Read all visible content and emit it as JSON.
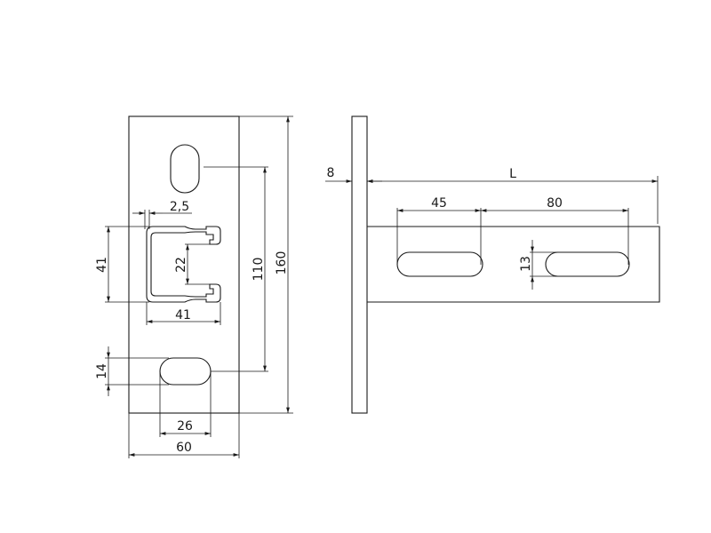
{
  "drawing": {
    "front_view": {
      "width": "60",
      "height": "160",
      "hole_spacing": "110",
      "channel_height": "41",
      "channel_width": "41",
      "channel_opening": "22",
      "wall_thickness": "2,5",
      "slot_height": "14",
      "slot_width": "26"
    },
    "side_view": {
      "plate_thickness": "8",
      "length": "L",
      "first_slot_offset": "45",
      "slot_spacing": "80",
      "slot_height": "13"
    },
    "line_color": "#1a1a1a"
  }
}
